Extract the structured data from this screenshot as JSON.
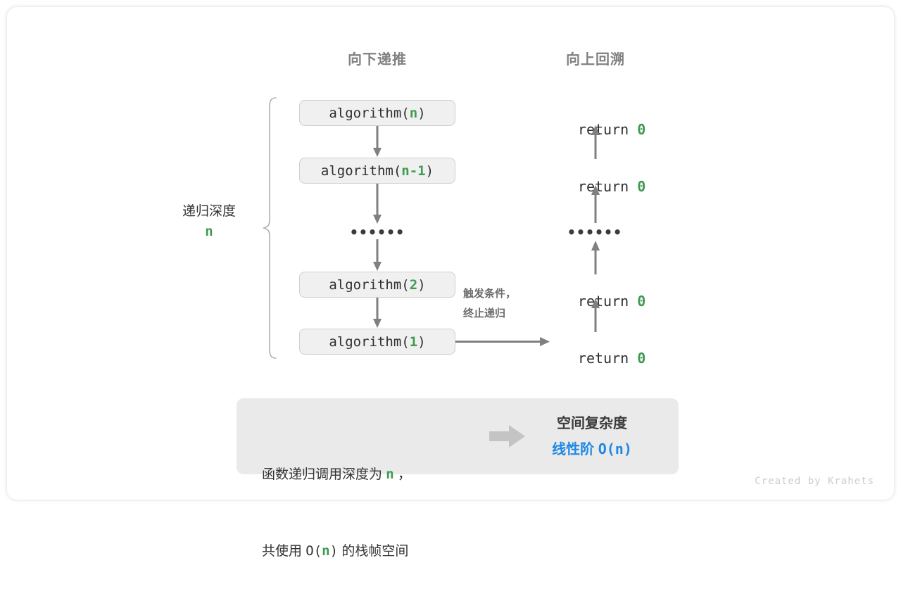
{
  "canvas": {
    "watermark": "Created by Krahets"
  },
  "headers": {
    "left": "向下递推",
    "right": "向上回溯"
  },
  "depth": {
    "label": "递归深度",
    "value": "n"
  },
  "call_stack": [
    {
      "prefix": "algorithm(",
      "arg": "n",
      "suffix": ")"
    },
    {
      "prefix": "algorithm(",
      "arg": "n-1",
      "suffix": ")"
    },
    {
      "ellipsis": "••••••"
    },
    {
      "prefix": "algorithm(",
      "arg": "2",
      "suffix": ")"
    },
    {
      "prefix": "algorithm(",
      "arg": "1",
      "suffix": ")"
    }
  ],
  "returns": [
    {
      "text": "return ",
      "value": "0"
    },
    {
      "text": "return ",
      "value": "0"
    },
    {
      "ellipsis": "••••••"
    },
    {
      "text": "return ",
      "value": "0"
    },
    {
      "text": "return ",
      "value": "0"
    }
  ],
  "note": {
    "line1": "触发条件，",
    "line2": "终止递归"
  },
  "summary": {
    "left_line1_a": "函数递归调用深度为 ",
    "left_line1_var": "n",
    "left_line1_b": " ，",
    "left_line2_a": "共使用 ",
    "left_line2_mono_a": "O(",
    "left_line2_var": "n",
    "left_line2_mono_b": ")",
    "left_line2_b": " 的栈帧空间",
    "right_title": "空间复杂度",
    "right_value_label": "线性阶 ",
    "right_value_expr_a": "O(",
    "right_value_var": "n",
    "right_value_expr_b": ")"
  },
  "colors": {
    "accent_green": "#3f9a52",
    "accent_blue": "#1e88e5",
    "box_fill": "#f0f0f0",
    "panel_fill": "#eaeaea",
    "arrow_gray": "#808080",
    "header_gray": "#808080"
  }
}
